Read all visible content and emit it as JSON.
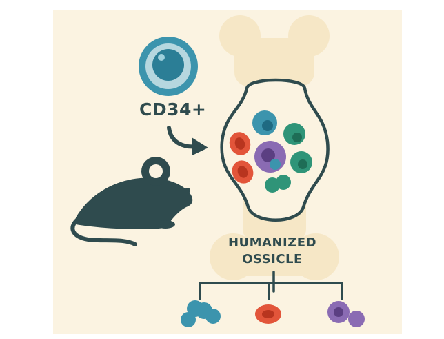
{
  "labels": {
    "source_cell": "CD34+",
    "graft_line1": "HUMANIZED",
    "graft_line2": "OSSICLE"
  },
  "colors": {
    "panel": "#fbf3e1",
    "bone": "#f6e7c6",
    "outline": "#2f4b4e",
    "teal_blue": "#3c94ad",
    "green": "#2f9478",
    "red_orange": "#e2553a",
    "purple": "#8a6bb3",
    "cd34_outer": "#3c94ad",
    "cd34_inner": "#2b7e96"
  },
  "icons": [
    "mouse-icon",
    "cd34-cell-icon",
    "bone-icon",
    "arrow-icon"
  ]
}
